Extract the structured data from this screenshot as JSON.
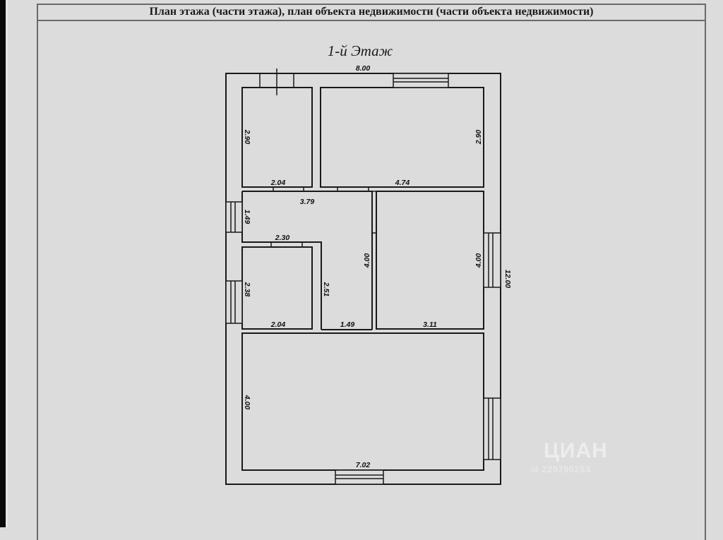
{
  "document": {
    "header_title": "План этажа (части этажа), план объекта недвижимости (части объекта недвижимости)",
    "floor_title": "1-й Этаж"
  },
  "plan": {
    "overall": {
      "width": "8.00",
      "length": "12.00"
    },
    "rooms": [
      {
        "id": "room-top-left",
        "width": "2.04",
        "height": "2.90"
      },
      {
        "id": "room-top-right",
        "width": "4.74",
        "height": "2.90"
      },
      {
        "id": "hall",
        "width": "3.79",
        "height": "1.49",
        "inner_width": "2.30"
      },
      {
        "id": "room-small-left",
        "width": "2.04",
        "height": "2.38"
      },
      {
        "id": "corridor",
        "width": "1.49",
        "height": "2.51",
        "full_height": "4.00"
      },
      {
        "id": "room-mid-right",
        "width": "3.11",
        "height": "4.00"
      },
      {
        "id": "room-bottom",
        "width": "7.02",
        "height": "4.00"
      }
    ]
  },
  "watermark": {
    "logo": "ЦИАН",
    "id_text": "id 229290253"
  },
  "colors": {
    "background": "#dcdcdc",
    "line": "#1a1a1a",
    "frame": "#6a6a6a"
  }
}
